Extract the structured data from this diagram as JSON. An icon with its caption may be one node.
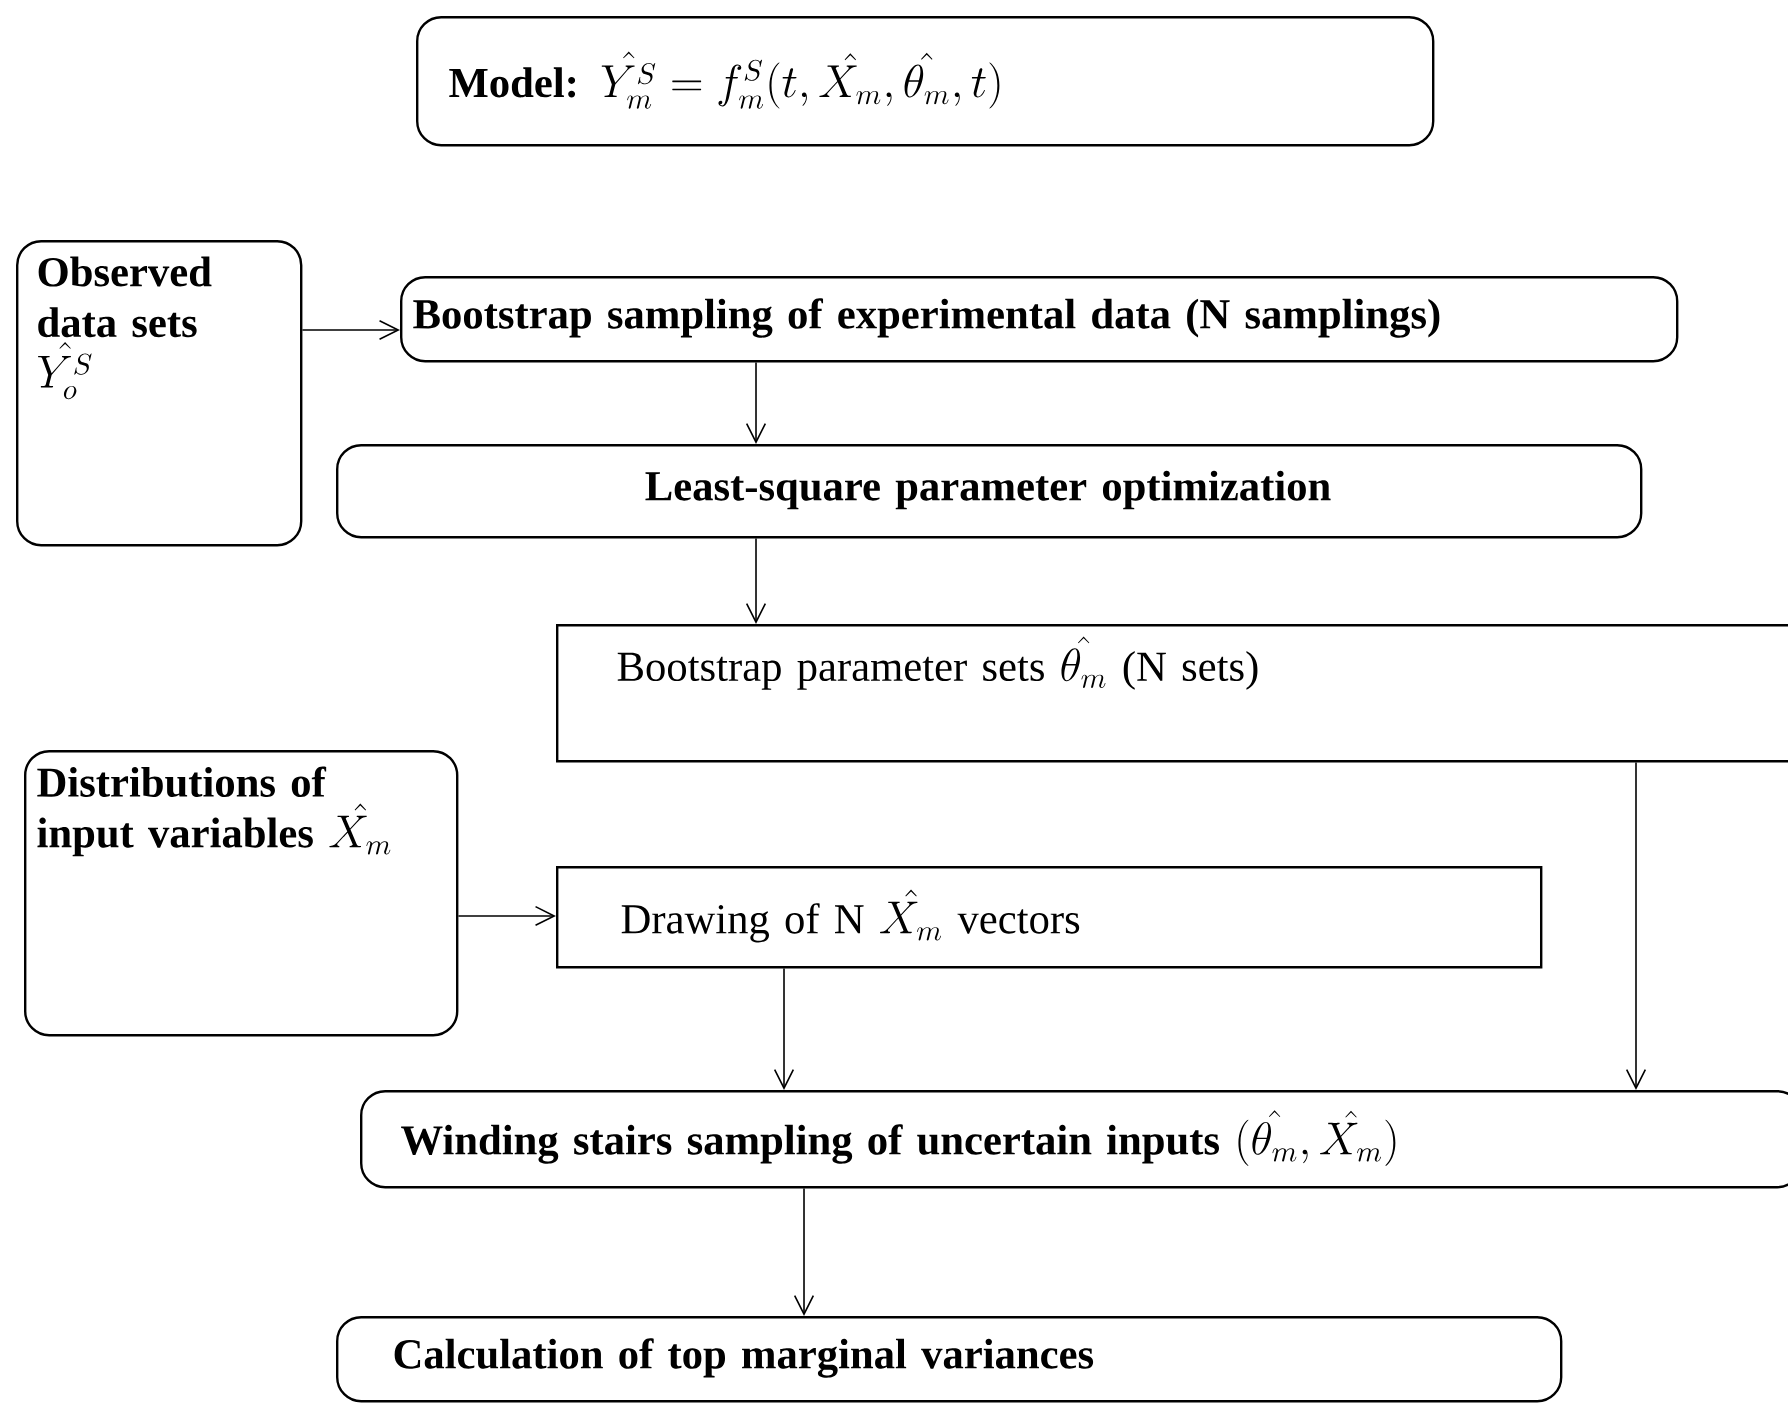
{
  "diagram": {
    "nodes": [
      {
        "text": [
          "Model:",
          "\\hat{Y_m^S} = f_m^S(t, \\hat{X_m}, \\hat{\\theta_m}, t)"
        ]
      },
      {
        "text": [
          "Observed data sets",
          "\\hat{Y_o^S}"
        ]
      },
      {
        "text": [
          "Bootstrap sampling of experimental data (N samplings)"
        ]
      },
      {
        "text": [
          "Least-square parameter optimization"
        ]
      },
      {
        "text": [
          "Bootstrap parameter sets",
          "\\hat{\\theta_m}",
          "(N sets)"
        ]
      },
      {
        "text": [
          "Distributions of input variables",
          "\\hat{X_m}"
        ]
      },
      {
        "text": [
          "Drawing of N",
          "\\hat{X_m}",
          "vectors"
        ]
      },
      {
        "text": [
          "Winding stairs sampling of uncertain inputs",
          "(\\hat{\\theta_m}, \\hat{X_m})"
        ]
      },
      {
        "text": [
          "Calculation of top marginal variances"
        ]
      }
    ],
    "edges": [
      {
        "from": 1,
        "to": 2,
        "arrow": "to"
      },
      {
        "from": 2,
        "to": 3,
        "arrow": "to"
      },
      {
        "from": 3,
        "to": 4,
        "arrow": "to"
      },
      {
        "from": 5,
        "to": 6,
        "arrow": "to"
      },
      {
        "from": 6,
        "to": 7,
        "arrow": "to"
      },
      {
        "from": 4,
        "to": 7,
        "arrow": "to"
      },
      {
        "from": 7,
        "to": 8,
        "arrow": "to"
      }
    ]
  }
}
